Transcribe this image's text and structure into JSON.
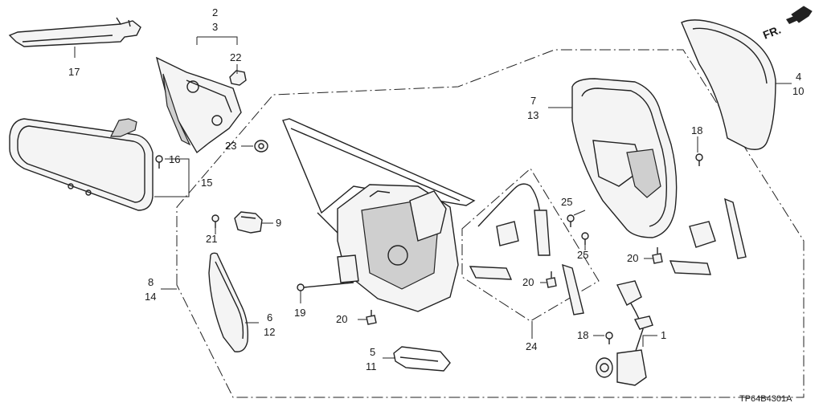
{
  "diagram": {
    "front_indicator": "FR.",
    "diagram_code": "TP64B4301A",
    "callouts": {
      "c1": "1",
      "c2": "2",
      "c3": "3",
      "c4": "4",
      "c5": "5",
      "c6": "6",
      "c7": "7",
      "c8": "8",
      "c9": "9",
      "c10": "10",
      "c11": "11",
      "c12": "12",
      "c13": "13",
      "c14": "14",
      "c15": "15",
      "c16": "16",
      "c17": "17",
      "c18a": "18",
      "c18b": "18",
      "c19": "19",
      "c20a": "20",
      "c20b": "20",
      "c20c": "20",
      "c21": "21",
      "c22": "22",
      "c23": "23",
      "c24": "24",
      "c25a": "25",
      "c25b": "25"
    }
  }
}
